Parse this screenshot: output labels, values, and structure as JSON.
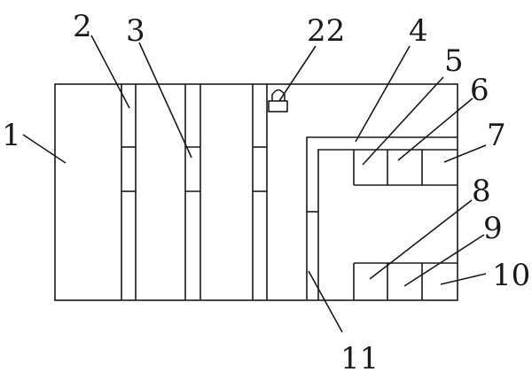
{
  "labels": {
    "l1": "1",
    "l2": "2",
    "l3": "3",
    "l4": "4",
    "l5": "5",
    "l6": "6",
    "l7": "7",
    "l8": "8",
    "l9": "9",
    "l10": "10",
    "l11": "11",
    "l22": "22"
  },
  "colors": {
    "stroke": "#1a1a1a",
    "background": "#ffffff"
  }
}
